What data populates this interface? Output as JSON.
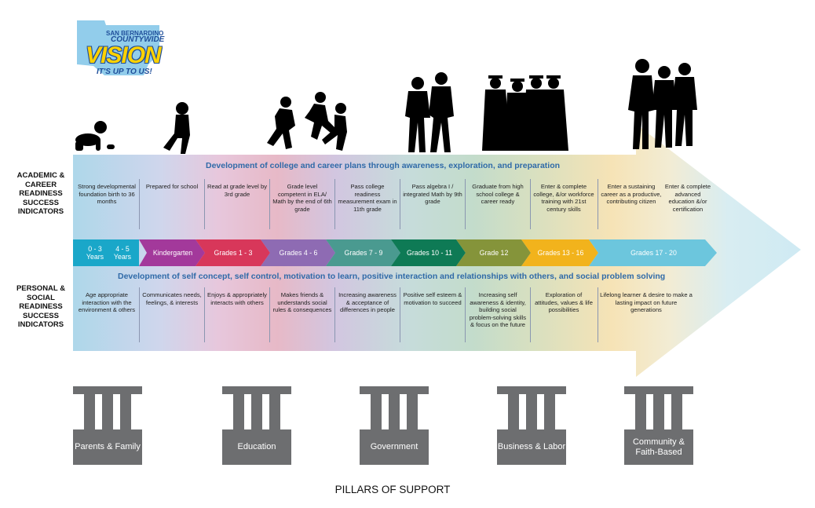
{
  "logo": {
    "line1": "SAN BERNARDINO",
    "line2": "COUNTYWIDE",
    "line3": "VISION",
    "tagline": "IT'S UP TO US!"
  },
  "left_labels": {
    "academic": "ACADEMIC & CAREER READINESS SUCCESS INDICATORS",
    "personal": "PERSONAL & SOCIAL READINESS SUCCESS INDICATORS"
  },
  "academic": {
    "title": "Development of college and career plans through awareness, exploration, and preparation",
    "items": [
      "Strong developmental foundation birth to 36 months",
      "Prepared for school",
      "Read at grade level by 3rd grade",
      "Grade level competent in ELA/ Math by the end of 6th grade",
      "Pass college readiness measurement exam in 11th grade",
      "Pass algebra I / integrated Math by 9th grade",
      "Graduate from high school college & career ready",
      "Enter & complete college, &/or workforce training with 21st century skills",
      "Enter a sustaining career as a productive, contributing citizen",
      "Enter & complete advanced education &/or certification"
    ]
  },
  "stages": [
    {
      "label": "0 - 3 Years",
      "color": "#1aa7c9"
    },
    {
      "label": "4 - 5 Years",
      "color": "#1aa7c9"
    },
    {
      "label": "Kindergarten",
      "color": "#a3399b"
    },
    {
      "label": "Grades 1 - 3",
      "color": "#d8375a"
    },
    {
      "label": "Grades 4 - 6",
      "color": "#8e6bb3"
    },
    {
      "label": "Grades 7 - 9",
      "color": "#4a9a90"
    },
    {
      "label": "Grades 10 - 11",
      "color": "#0e7a55"
    },
    {
      "label": "Grade 12",
      "color": "#85943a"
    },
    {
      "label": "Grades 13 - 16",
      "color": "#f2b31c"
    },
    {
      "label": "Grades 17 - 20",
      "color": "#6cc6dd"
    }
  ],
  "personal": {
    "title": "Development of self concept, self control, motivation to learn, positive interaction and relationships with others, and social problem solving",
    "items": [
      "Age appropriate interaction with the environment & others",
      "Communicates needs, feelings, & interests",
      "Enjoys & appropriately interacts with others",
      "Makes friends & understands social rules & consequences",
      "Increasing awareness & acceptance of differences in people",
      "Positive self esteem & motivation to succeed",
      "Increasing self awareness & identity, building social problem-solving skills & focus on the future",
      "Exploration of attitudes, values & life possibilities",
      "Lifelong learner & desire to make a lasting impact on future generations"
    ]
  },
  "pillars": {
    "title": "PILLARS OF SUPPORT",
    "items": [
      "Parents & Family",
      "Education",
      "Government",
      "Business & Labor",
      "Community & Faith-Based"
    ],
    "color": "#6d6e70"
  },
  "silhouettes": [
    "crawling-baby-icon",
    "toddler-icon",
    "running-children-icon",
    "students-icon",
    "graduates-icon",
    "professionals-icon"
  ]
}
